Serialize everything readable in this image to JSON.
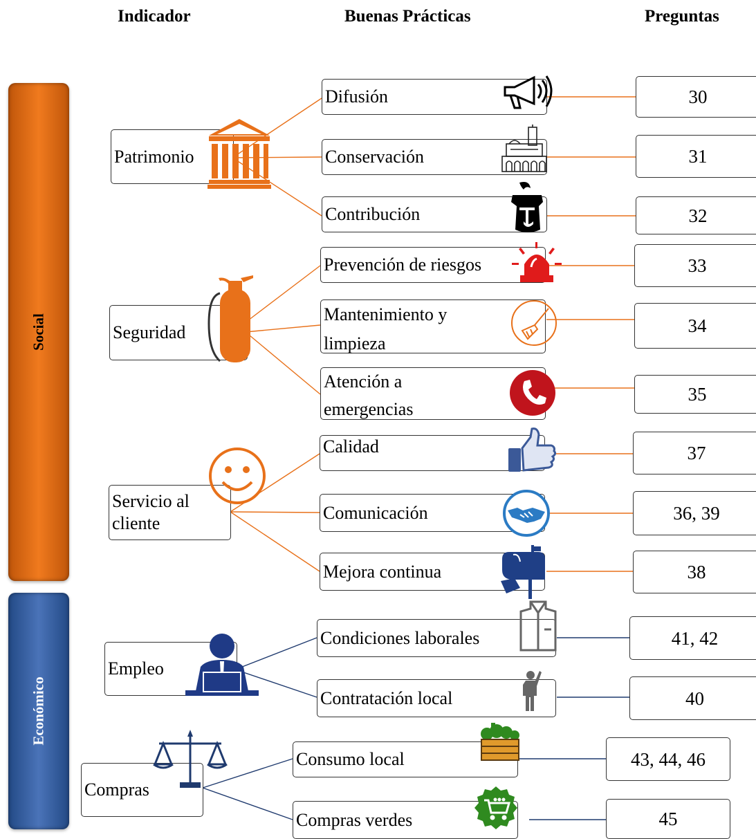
{
  "headers": {
    "indicador": "Indicador",
    "practicas": "Buenas Prácticas",
    "preguntas": "Preguntas"
  },
  "categories": {
    "social": "Social",
    "economico": "Económico"
  },
  "colors": {
    "social": "#e8711a",
    "economico": "#3a62a8",
    "alert_red": "#e01b1b",
    "phone_red": "#c0141c",
    "fb_blue": "#3b5998",
    "handshake_blue": "#2b7bc4",
    "mailbox_blue": "#1f3f86",
    "green": "#2f8a1f"
  },
  "indicators": [
    {
      "label": "Patrimonio",
      "icon": "temple-icon"
    },
    {
      "label": "Seguridad",
      "icon": "fire-extinguisher-icon"
    },
    {
      "label": "Servicio al cliente",
      "icon": "smiley-icon"
    },
    {
      "label": "Empleo",
      "icon": "worker-at-desk-icon"
    },
    {
      "label": "Compras",
      "icon": "scales-icon"
    }
  ],
  "practices": [
    {
      "label": "Difusión",
      "icon": "megaphone-icon",
      "questions": "30"
    },
    {
      "label": "Conservación",
      "icon": "cathedral-icon",
      "questions": "31"
    },
    {
      "label": "Contribución",
      "icon": "tip-jar-icon",
      "questions": "32"
    },
    {
      "label": "Prevención de riesgos",
      "icon": "siren-icon",
      "questions": "33"
    },
    {
      "label": "Mantenimiento y limpieza",
      "icon": "broom-icon",
      "questions": "34"
    },
    {
      "label": "Atención a emergencias",
      "icon": "phone-icon",
      "questions": "35"
    },
    {
      "label": "Calidad",
      "icon": "thumbs-up-icon",
      "questions": "37"
    },
    {
      "label": "Comunicación",
      "icon": "handshake-icon",
      "questions": "36, 39"
    },
    {
      "label": "Mejora continua",
      "icon": "mailbox-icon",
      "questions": "38"
    },
    {
      "label": "Condiciones laborales",
      "icon": "uniform-icon",
      "questions": "41, 42"
    },
    {
      "label": "Contratación local",
      "icon": "person-raising-hand-icon",
      "questions": "40"
    },
    {
      "label": "Consumo local",
      "icon": "vegetable-crate-icon",
      "questions": "43, 44, 46"
    },
    {
      "label": "Compras verdes",
      "icon": "green-cart-icon",
      "questions": "45"
    }
  ]
}
